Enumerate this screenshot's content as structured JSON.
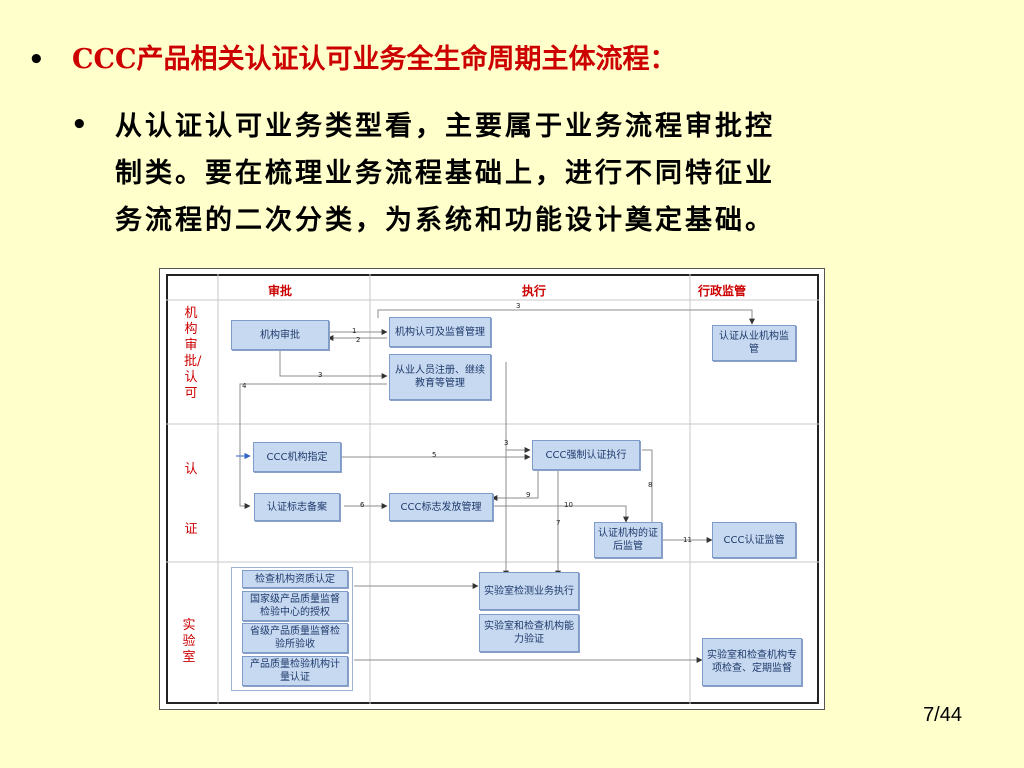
{
  "slide": {
    "bullet1": "CCC产品相关认证认可业务全生命周期主体流程：",
    "bullet2_lines": [
      "从认证认可业务类型看，主要属于业务流程审批控",
      "制类。要在梳理业务流程基础上，进行不同特征业",
      "务流程的二次分类，为系统和功能设计奠定基础。"
    ],
    "page_number": "7/44",
    "bullet_glyph": "•"
  },
  "diagram": {
    "columns": [
      "审批",
      "执行",
      "行政监管"
    ],
    "rows": [
      "机构审批/认可",
      "认",
      "证",
      "实验室"
    ],
    "nodes": {
      "jigou_shenpi": "机构审批",
      "jigou_renke": "机构认可及监督管理",
      "renzheng_congye": "认证从业机构监管",
      "congye_renyuan": "从业人员注册、继续教育等管理",
      "ccc_zhiding": "CCC机构指定",
      "ccc_qiangzhi": "CCC强制认证执行",
      "biaozhi_beian": "认证标志备案",
      "biaozhi_fafang": "CCC标志发放管理",
      "zhenghou_jianguan": "认证机构的证后监管",
      "ccc_jianguan": "CCC认证监管",
      "jiancha_zizhi": "检查机构资质认定",
      "guojia_shouquan": "国家级产品质量监督检验中心的授权",
      "shengji_yanshou": "省级产品质量监督检验所验收",
      "jiliang_renzheng": "产品质量检验机构计量认证",
      "shiyanshi_jiance": "实验室检测业务执行",
      "nengli_yanzheng": "实验室和检查机构能力验证",
      "zhuanxiang_jiancha": "实验室和检查机构专项检查、定期监督"
    },
    "edge_labels": [
      "1",
      "2",
      "3",
      "3",
      "4",
      "5",
      "3",
      "6",
      "7",
      "8",
      "9",
      "10",
      "11"
    ],
    "colors": {
      "node_fill": "#C7D9F1",
      "node_border": "#7F9CC9",
      "heading_red": "#CC0000",
      "line": "#8C8C8C",
      "arrow": "#333333"
    }
  }
}
